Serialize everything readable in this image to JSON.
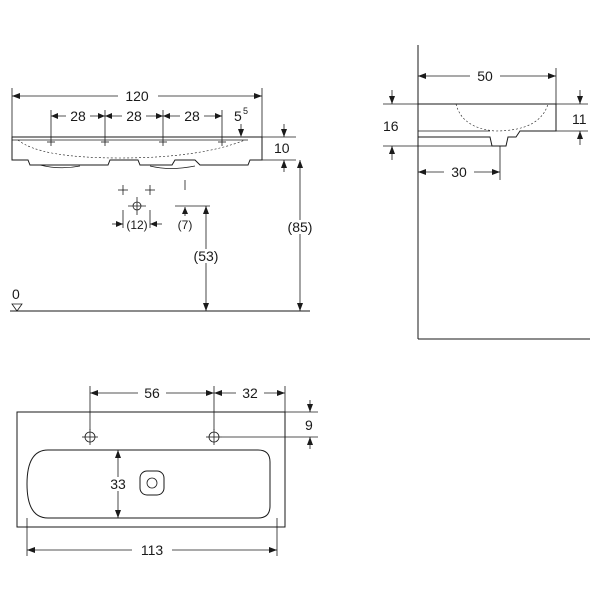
{
  "front_view": {
    "overall_width": "120",
    "spacing_1": "28",
    "spacing_2": "28",
    "spacing_3": "28",
    "edge_offset": "5",
    "edge_offset_sup": "5",
    "rim_height": "10",
    "mount_height": "(85)",
    "drain_offset": "(12)",
    "drain_drop": "(7)",
    "drain_height": "(53)",
    "floor_level": "0"
  },
  "side_view": {
    "depth": "50",
    "outer_height": "16",
    "inner_height": "11",
    "drain_distance": "30"
  },
  "top_view": {
    "hole_spacing": "56",
    "hole_to_edge": "32",
    "hole_from_back": "9",
    "bowl_depth": "33",
    "bowl_length": "113"
  }
}
